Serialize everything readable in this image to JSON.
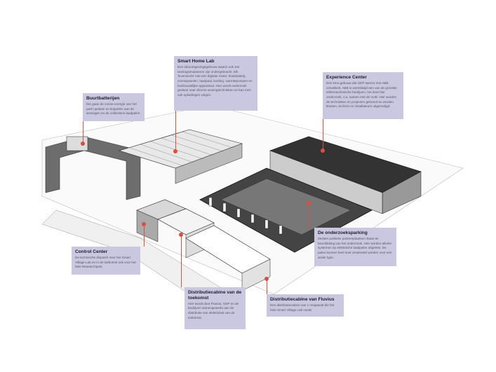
{
  "callouts": {
    "smart_home_lab": {
      "title": "Smart Home Lab",
      "text": "Een laboomgevingsgebouw waarin ook zes woningsimulatoren zijn ondergebracht. Elk 'levensecht' met een digitale meter, thuisbatterij, zonnepanelen, laadpaal, koeling, warmtepompen en huishoudelijke apparatuur. Hier wordt onderzoek gedaan naar slimme woningtechnieken en kan men ook opleidingen volgen."
    },
    "experience_center": {
      "title": "Experience Center",
      "text": "Een kmo-gebouw dat GEP samen met ABB ontwikkelt. ABB is wereldwijd een van de grootste elektrotechnische bedrijven, het doet hier onderzoek, o.a. samen met de VUB. Hier worden de technieken en projecten getoond en worden klanten, technici en installateurs uitgenodigd."
    },
    "buurtbatterijen": {
      "title": "Buurtbatterijen",
      "text": "Die gaan de zonne-energie van het park opslaan en koppelen aan de woningen en de collectieve laadpalen."
    },
    "onderzoeksparking": {
      "title": "De onderzoeksparking",
      "text": "Zestien publieke parkeerplaatsen staan ter beschikking van het onderzoek. Hier worden allerlei systemen op elektrische laadpalen uitgetest. De palen kunnen heel snel verwisseld worden voor een ander type."
    },
    "control_center": {
      "title": "Control Center",
      "text": "De technische dispatch voor het Smart Village Lab en in de toekomst ook voor het hele Researchpark."
    },
    "cabine_toekomst": {
      "title": "Distributiecabine van de toekomst",
      "text": "Hier wordt door Fluvius, GEP en de bedrijven samengewerkt aan de distributie van elektriciteit van de toekomst."
    },
    "cabine_fluvius": {
      "title": "Distributiecabine van Fluvius",
      "text": "Een distributiecabine van 1 megawatt die het hele Smart Village Lab voedt."
    }
  },
  "colors": {
    "callout_bg": "#c9c8e0",
    "accent": "#d9503f"
  }
}
